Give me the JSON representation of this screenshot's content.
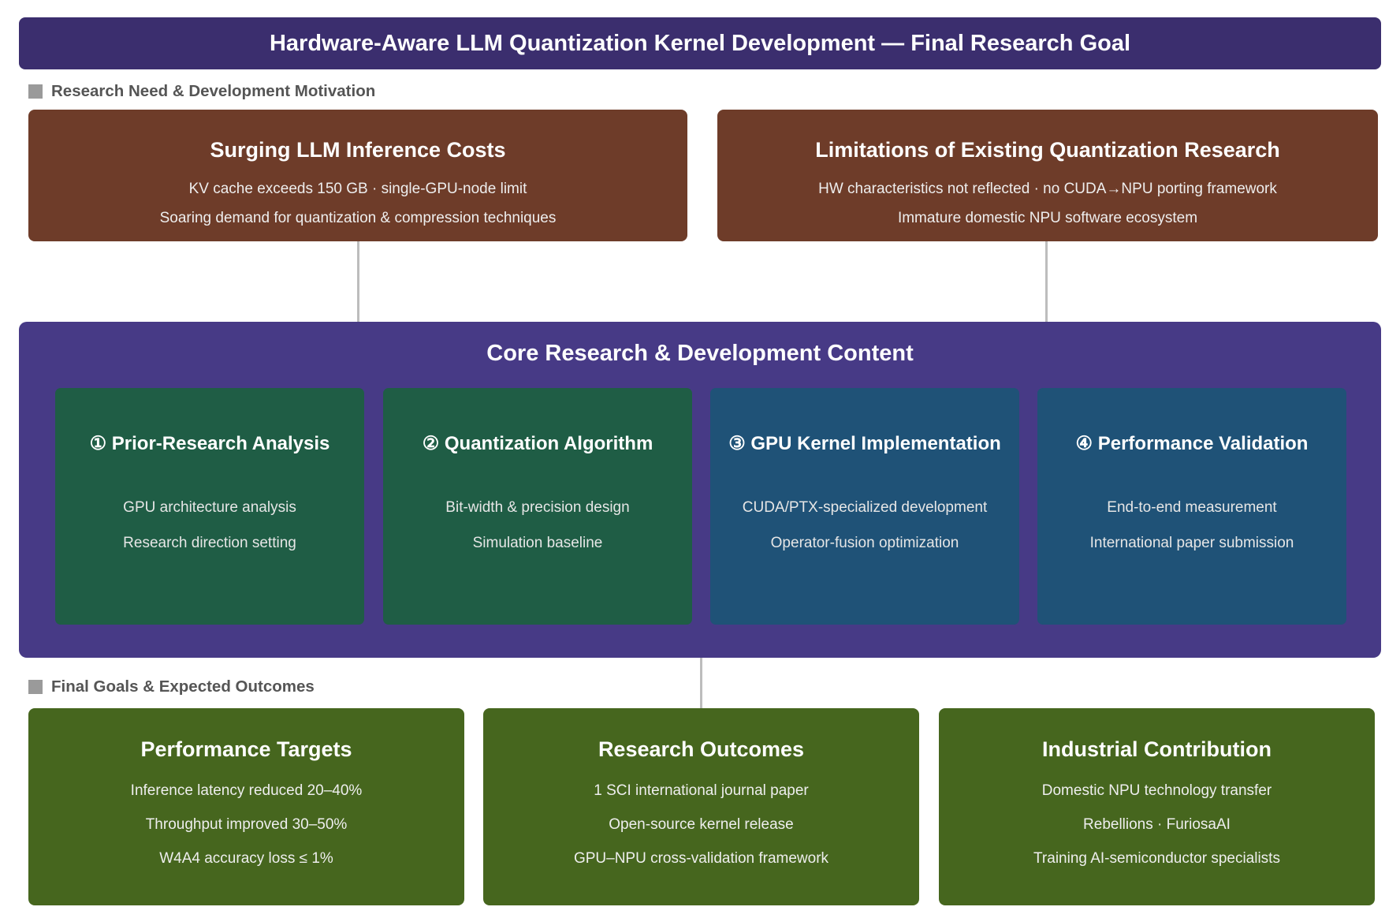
{
  "title": "Hardware-Aware LLM Quantization Kernel Development — Final Research Goal",
  "motivation": {
    "label": "Research Need & Development Motivation",
    "cards": [
      {
        "title": "Surging LLM Inference Costs",
        "lines": [
          "KV cache exceeds 150 GB · single-GPU-node limit",
          "Soaring demand for quantization & compression techniques"
        ]
      },
      {
        "title": "Limitations of Existing Quantization Research",
        "lines": [
          "HW characteristics not reflected · no CUDA→NPU porting framework",
          "Immature domestic NPU software ecosystem"
        ]
      }
    ]
  },
  "core": {
    "title": "Core Research & Development Content",
    "steps": [
      {
        "title": "① Prior-Research Analysis",
        "lines": [
          "GPU architecture analysis",
          "Research direction setting"
        ]
      },
      {
        "title": "② Quantization Algorithm",
        "lines": [
          "Bit-width & precision design",
          "Simulation baseline"
        ]
      },
      {
        "title": "③ GPU Kernel Implementation",
        "lines": [
          "CUDA/PTX-specialized development",
          "Operator-fusion optimization"
        ]
      },
      {
        "title": "④ Performance Validation",
        "lines": [
          "End-to-end measurement",
          "International paper submission"
        ]
      }
    ]
  },
  "goals": {
    "label": "Final Goals & Expected Outcomes",
    "cards": [
      {
        "title": "Performance Targets",
        "lines": [
          "Inference latency reduced 20–40%",
          "Throughput improved 30–50%",
          "W4A4 accuracy loss ≤ 1%"
        ]
      },
      {
        "title": "Research Outcomes",
        "lines": [
          "1 SCI international journal paper",
          "Open-source kernel release",
          "GPU–NPU cross-validation framework"
        ]
      },
      {
        "title": "Industrial Contribution",
        "lines": [
          "Domestic NPU technology transfer",
          "Rebellions · FuriosaAI",
          "Training AI-semiconductor specialists"
        ]
      }
    ]
  },
  "colors": {
    "title_bar": "#3b2e6e",
    "motivation_card": "#6e3c29",
    "core_panel": "#473a86",
    "step_green": "#1f5d45",
    "step_blue": "#1f5277",
    "goal_card": "#46661e",
    "connector": "#bdbdbd"
  }
}
